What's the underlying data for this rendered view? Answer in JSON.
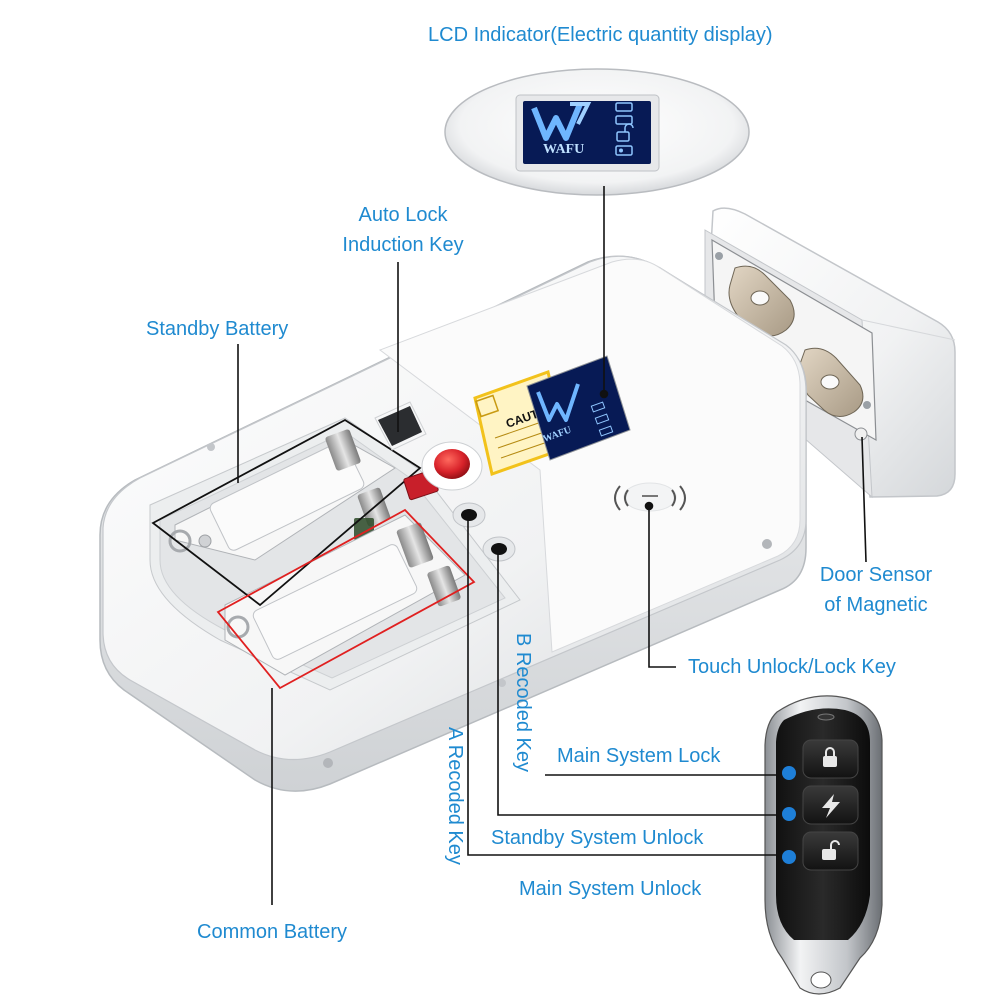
{
  "lcd": {
    "title": "LCD Indicator(Electric quantity display)",
    "logo_text": "WAFU",
    "icons": [
      "battery-icon",
      "battery-icon",
      "unlock-icon",
      "key-icon"
    ]
  },
  "lock_body": {
    "caution_label": "CAUTION",
    "logo_text": "WAFU"
  },
  "callouts": {
    "auto_lock_line1": "Auto Lock",
    "auto_lock_line2": "Induction Key",
    "standby_battery": "Standby Battery",
    "door_sensor_line1": "Door Sensor",
    "door_sensor_line2": "of Magnetic",
    "touch_key": "Touch Unlock/Lock Key",
    "b_recoded_key": "B Recoded Key",
    "a_recoded_key": "A Recoded Key",
    "main_system_lock": "Main System Lock",
    "standby_system_unlock": "Standby System Unlock",
    "main_system_unlock": "Main System Unlock",
    "common_battery": "Common Battery"
  },
  "remote": {
    "buttons": [
      "lock-icon",
      "lightning-icon",
      "unlock-icon"
    ]
  },
  "colors": {
    "label": "#1f8ad0",
    "leader": "#111111",
    "highlight_red": "#e02020",
    "marker_blue": "#1e7fd8",
    "lcd_background": "#071a55",
    "lcd_glow": "#6fb6ff",
    "button_red": "#d8222a",
    "caution_yellow": "#f2c21b"
  }
}
